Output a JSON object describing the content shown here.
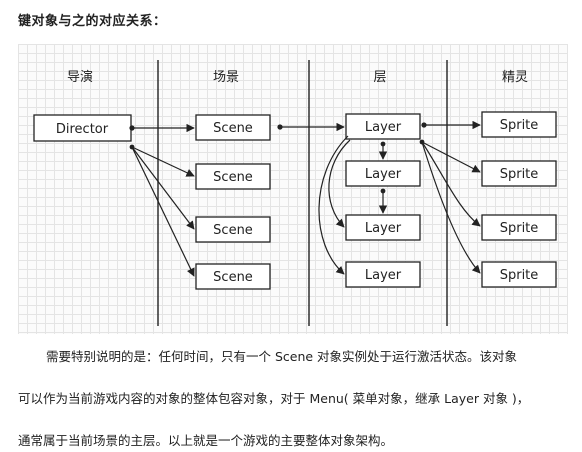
{
  "heading": "键对象与之的对应关系：",
  "diagram": {
    "columns": [
      "导演",
      "场景",
      "层",
      "精灵"
    ],
    "director": "Director",
    "scenes": [
      "Scene",
      "Scene",
      "Scene",
      "Scene"
    ],
    "layers": [
      "Layer",
      "Layer",
      "Layer",
      "Layer"
    ],
    "sprites": [
      "Sprite",
      "Sprite",
      "Sprite",
      "Sprite"
    ]
  },
  "paragraphs": [
    "需要特别说明的是：任何时间，只有一个 Scene 对象实例处于运行激活状态。该对象",
    "可以作为当前游戏内容的对象的整体包容对象，对于 Menu( 菜单对象，继承 Layer 对象 )，",
    "通常属于当前场景的主层。以上就是一个游戏的主要整体对象架构。"
  ]
}
